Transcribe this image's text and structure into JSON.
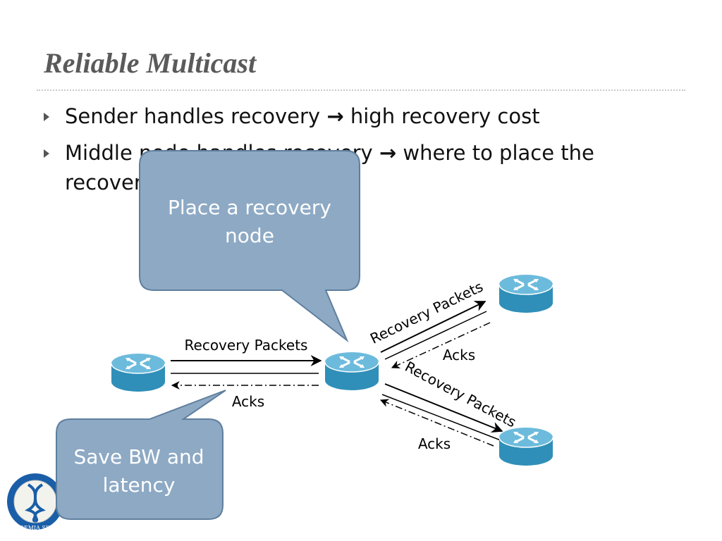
{
  "slide": {
    "title": "Reliable Multicast",
    "bullets": [
      {
        "before": "Sender handles recovery ",
        "arrow": "→",
        "after": " high recovery cost"
      },
      {
        "before": "Middle node handles recovery ",
        "arrow": "→",
        "after": " where to place the recovery node?"
      }
    ]
  },
  "callouts": {
    "top": {
      "line1": "Place a recovery",
      "line2": "node"
    },
    "bottom": {
      "line1": "Save BW and",
      "line2": "latency"
    }
  },
  "diagram": {
    "router_icon": "router-icon",
    "labels": {
      "recovery_left": "Recovery Packets",
      "acks_left": "Acks",
      "recovery_up": "Recovery Packets",
      "acks_up": "Acks",
      "recovery_down": "Recovery Packets",
      "acks_down": "Acks"
    }
  },
  "logo": {
    "icon": "academia-sinica-seal-icon",
    "text": "ACADEMIA SINICA"
  },
  "colors": {
    "router_fill": "#3aa0c9",
    "router_top": "#7fc4e0",
    "callout_fill": "#8da9c4",
    "callout_stroke": "#5f7f9e",
    "title": "#5a5a5a"
  }
}
